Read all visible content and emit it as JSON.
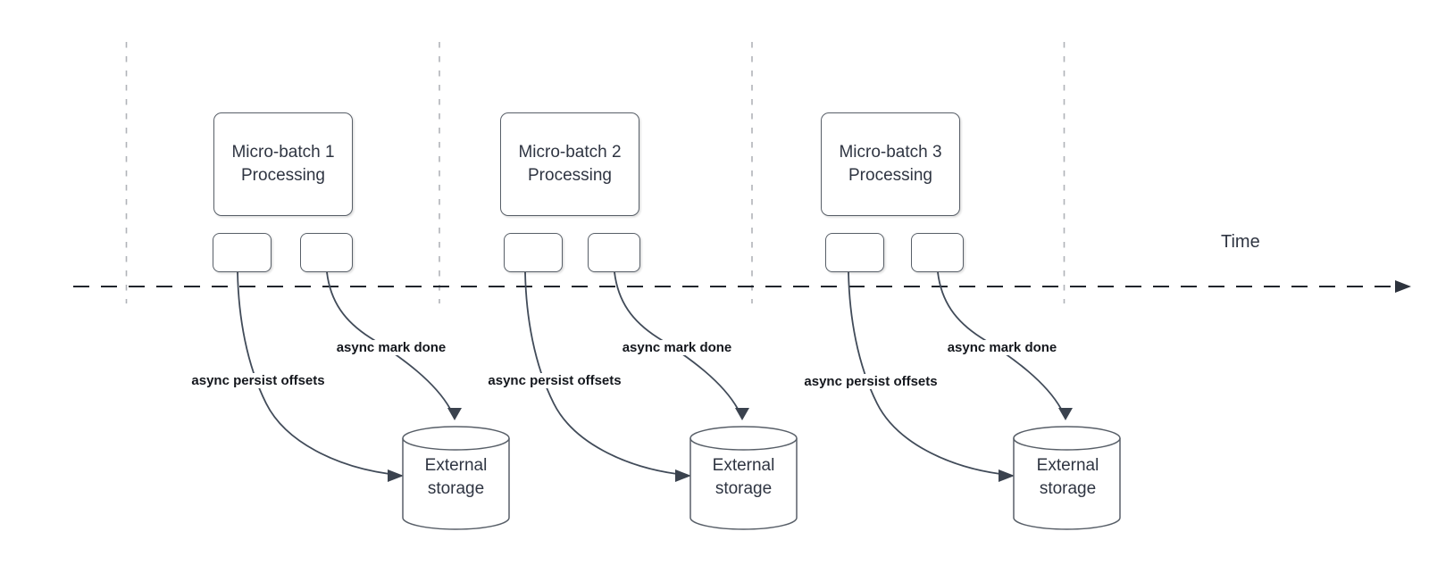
{
  "diagram": {
    "time_axis_label": "Time",
    "batches": [
      {
        "box_title": "Micro-batch 1",
        "box_subtitle": "Processing",
        "persist_arrow_label": "async persist offsets",
        "done_arrow_label": "async mark done",
        "storage_label_line1": "External",
        "storage_label_line2": "storage"
      },
      {
        "box_title": "Micro-batch 2",
        "box_subtitle": "Processing",
        "persist_arrow_label": "async persist offsets",
        "done_arrow_label": "async mark done",
        "storage_label_line1": "External",
        "storage_label_line2": "storage"
      },
      {
        "box_title": "Micro-batch 3",
        "box_subtitle": "Processing",
        "persist_arrow_label": "async persist offsets",
        "done_arrow_label": "async mark done",
        "storage_label_line1": "External",
        "storage_label_line2": "storage"
      }
    ],
    "colors": {
      "curve": "#414b59",
      "timeline": "#20252d",
      "gridline": "#b0b3b8",
      "shape_border": "#585f68",
      "box_text": "#2f3542",
      "label_text": "#14171d"
    }
  }
}
